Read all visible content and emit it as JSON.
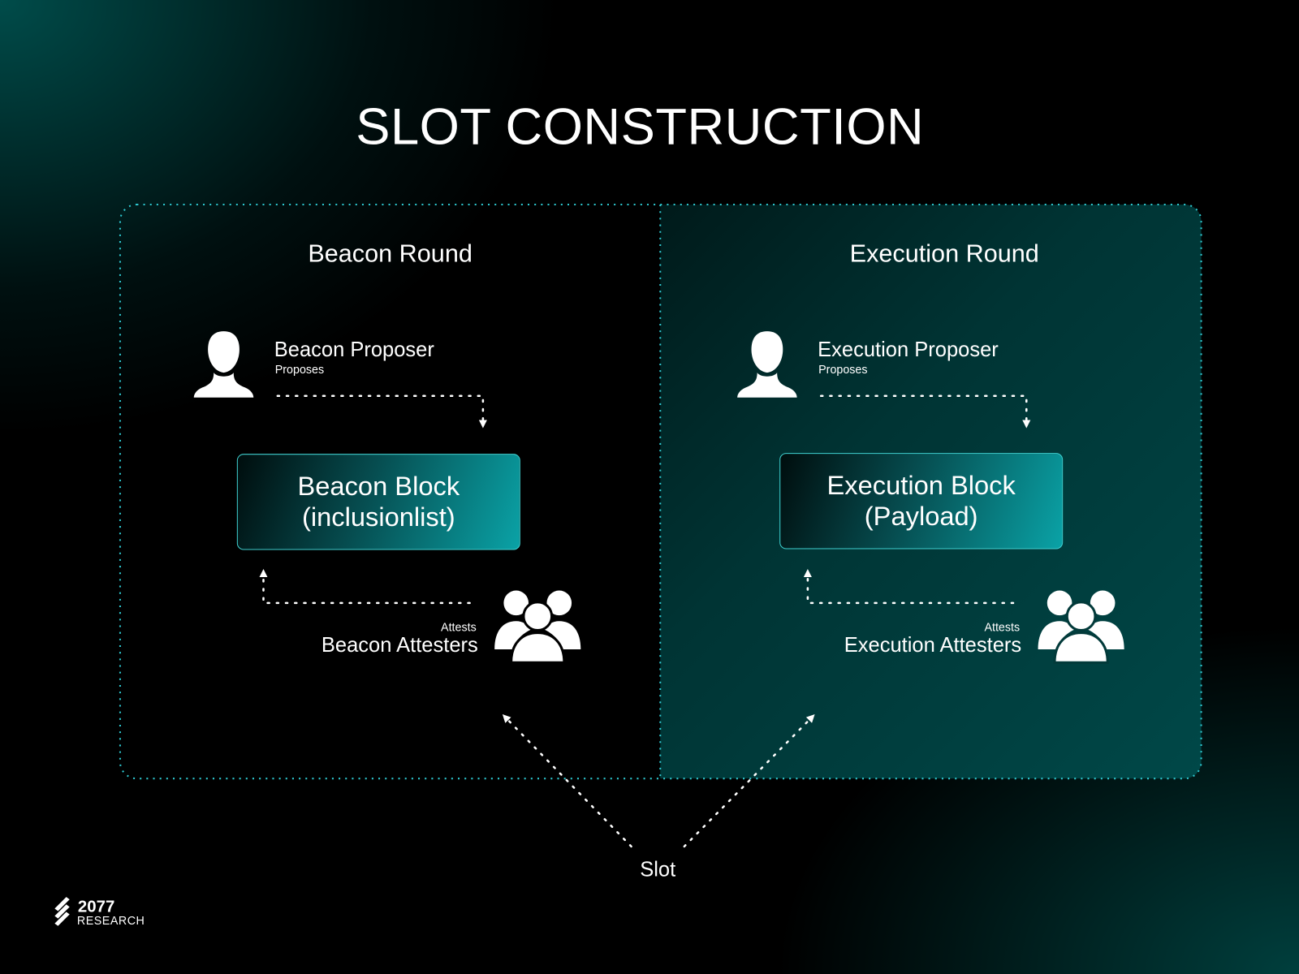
{
  "title": "SLOT CONSTRUCTION",
  "beacon": {
    "round_title": "Beacon Round",
    "proposer": "Beacon Proposer",
    "proposes": "Proposes",
    "block_line1": "Beacon Block",
    "block_line2": "(inclusionlist)",
    "attests": "Attests",
    "attesters": "Beacon Attesters"
  },
  "execution": {
    "round_title": "Execution Round",
    "proposer": "Execution Proposer",
    "proposes": "Proposes",
    "block_line1": "Execution Block",
    "block_line2": "(Payload)",
    "attests": "Attests",
    "attesters": "Execution Attesters"
  },
  "slot_label": "Slot",
  "logo": {
    "number": "2077",
    "text": "RESEARCH"
  },
  "colors": {
    "accent": "#3fd0d0",
    "block_teal": "#0aa2a6",
    "background": "#000000"
  }
}
